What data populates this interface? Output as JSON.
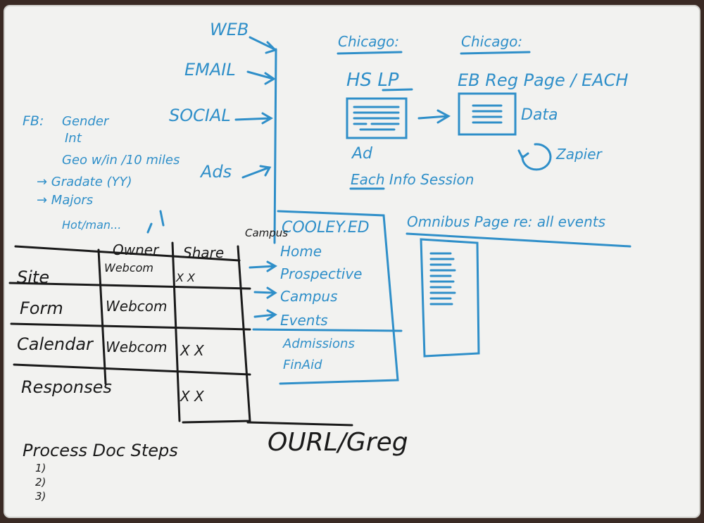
{
  "channels": [
    "WEB",
    "EMAIL",
    "SOCIAL",
    "Ads"
  ],
  "fb": {
    "title": "FB:",
    "items": [
      "Gender",
      "Int",
      "Geo w/in /10 miles",
      "→ Gradate (YY)",
      "→ Majors",
      "Hot/man..."
    ]
  },
  "flow": {
    "header_left": "Chicago:",
    "header_right": "Chicago:",
    "hs_lp": "HS LP",
    "eb_page": "EB Reg Page / EACH",
    "data": "Data",
    "zapier": "Zapier",
    "ad": "Ad",
    "info": "Each Info Session"
  },
  "website": {
    "title": "COOLEY.ED",
    "items": [
      "Home",
      "Prospective",
      "Campus",
      "Events",
      "Admissions",
      "FinAid"
    ],
    "campus_label": "Campus"
  },
  "omnibus": "Omnibus Page re: all events",
  "table": {
    "headers": [
      "Owner",
      "Share"
    ],
    "rows": [
      {
        "label": "Site",
        "owner": "Webcom",
        "share": "X X"
      },
      {
        "label": "Form",
        "owner": "Webcom",
        "share": ""
      },
      {
        "label": "Calendar",
        "owner": "Webcom",
        "share": "X X"
      },
      {
        "label": "Responses",
        "owner": "",
        "share": "X X"
      }
    ]
  },
  "ourl": "OURL/Greg",
  "process": {
    "title": "Process Doc Steps",
    "steps": [
      "1)",
      "2)",
      "3)"
    ]
  }
}
